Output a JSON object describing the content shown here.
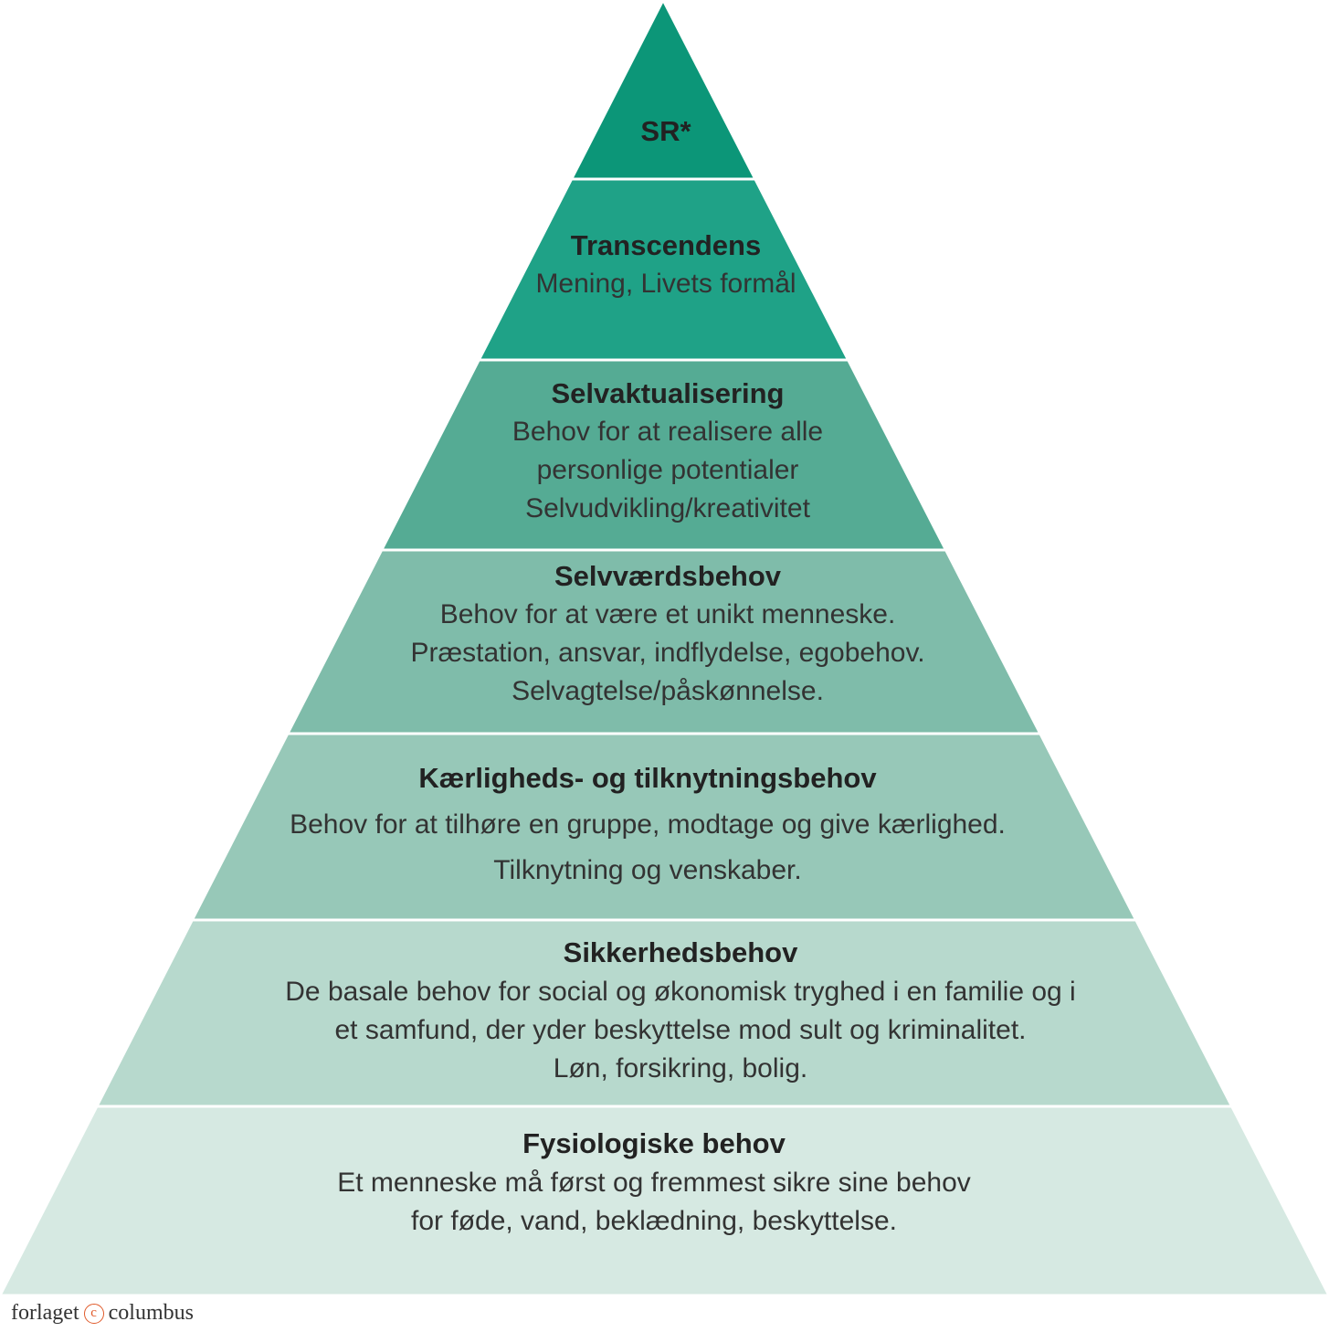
{
  "pyramid": {
    "levels": [
      {
        "title": "SR*",
        "lines": [],
        "color": "#0c9678"
      },
      {
        "title": "Transcendens",
        "lines": [
          "Mening, Livets formål"
        ],
        "color": "#1fa287"
      },
      {
        "title": "Selvaktualisering",
        "lines": [
          "Behov for at realisere alle",
          "personlige potentialer",
          "Selvudvikling/kreativitet"
        ],
        "color": "#55ab94"
      },
      {
        "title": "Selvværdsbehov",
        "lines": [
          "Behov for at være et unikt menneske.",
          "Præstation, ansvar, indflydelse, egobehov.",
          "Selvagtelse/påskønnelse."
        ],
        "color": "#7fbcaa"
      },
      {
        "title": "Kærligheds- og tilknytningsbehov",
        "lines": [
          "Behov for at tilhøre en gruppe, modtage og give kærlighed.",
          "Tilknytning og venskaber."
        ],
        "color": "#97c8b8"
      },
      {
        "title": "Sikkerhedsbehov",
        "lines": [
          "De basale behov for social og økonomisk tryghed i en familie og i",
          "et samfund, der yder beskyttelse mod sult og kriminalitet.",
          "Løn, forsikring, bolig."
        ],
        "color": "#b7d9cd"
      },
      {
        "title": "Fysiologiske behov",
        "lines": [
          "Et menneske må først og fremmest sikre sine behov",
          "for føde, vand, beklædning, beskyttelse."
        ],
        "color": "#d6e9e2"
      }
    ]
  },
  "credit": {
    "left": "forlaget",
    "right": "columbus",
    "icon": "copyright-circle-icon",
    "icon_color": "#e05a2a"
  }
}
